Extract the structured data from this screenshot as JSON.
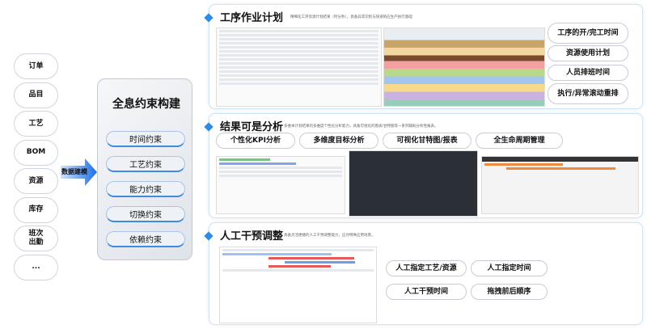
{
  "inputs": [
    "订单",
    "品目",
    "工艺",
    "BOM",
    "资源",
    "库存",
    "班次出勤",
    "..."
  ],
  "arrow_label": "数据建模",
  "constraint_panel": {
    "title": "全息约束构建",
    "items": [
      "时间约束",
      "工艺约束",
      "能力约束",
      "切换约束",
      "依赖约束"
    ]
  },
  "sections": [
    {
      "title": "工序作业计划",
      "subtitle": "精细化工序资源计划结果（时分秒），具备异常识别与快速响应生产执行基础",
      "tags": [
        "工序的开/完工时间",
        "资源使用计划",
        "人员排班时间",
        "执行/异常滚动重排"
      ]
    },
    {
      "title": "结果可是分析",
      "subtitle": "多维本计划结果的多维度个性化分析能力，具备可视化的图表/甘特图等一系列辅助分析性报表。",
      "tags": [
        "个性化KPI分析",
        "多维度目标分析",
        "可视化甘特图/报表",
        "全生命周期管理"
      ]
    },
    {
      "title": "人工干预调整",
      "subtitle": "具备灵活便捷的人工干预调整能力，应对特殊应用场景。",
      "tags": [
        "人工指定工艺/资源",
        "人工指定时间",
        "人工干预时间",
        "拖拽前后顺序"
      ]
    }
  ],
  "colors": {
    "accent": "#2d8be8"
  }
}
